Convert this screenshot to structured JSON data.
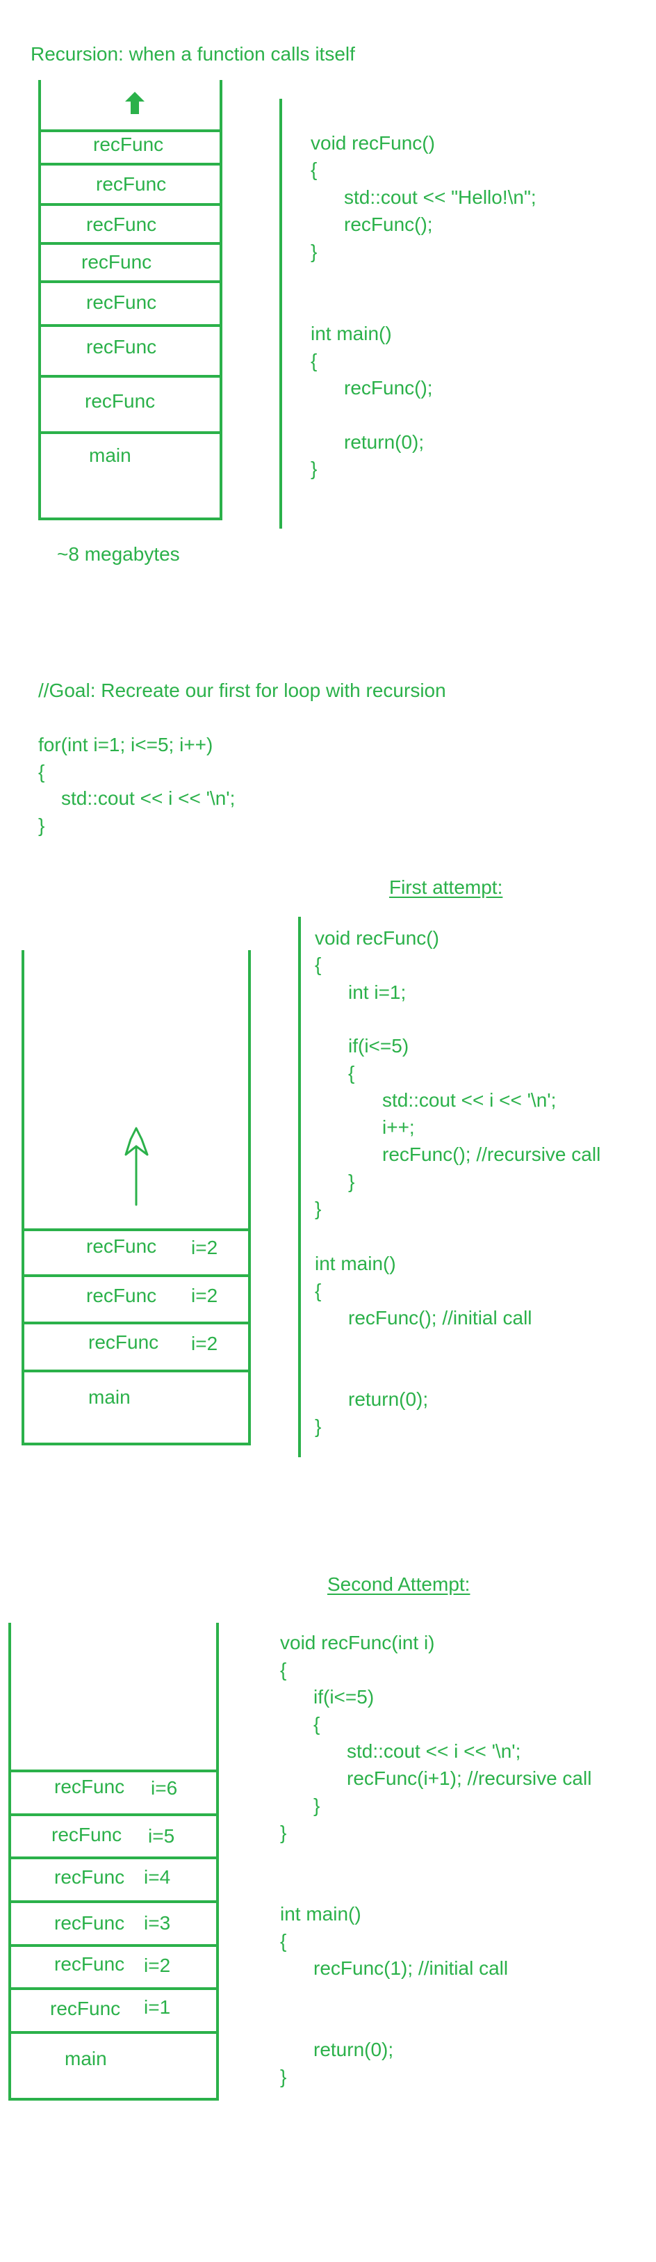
{
  "section1": {
    "title": "Recursion: when a function calls itself",
    "memory": "~8 megabytes",
    "stack": [
      "recFunc",
      "recFunc",
      "recFunc",
      "recFunc",
      "recFunc",
      "recFunc",
      "recFunc",
      "main"
    ],
    "code": [
      "void recFunc()",
      "{",
      "std::cout << \"Hello!\\n\";",
      "recFunc();",
      "}",
      "int main()",
      "{",
      "recFunc();",
      "return(0);",
      "}"
    ]
  },
  "section2": {
    "goal": "//Goal: Recreate our first for loop with recursion",
    "code": [
      "for(int i=1; i<=5; i++)",
      "{",
      "std::cout << i << '\\n';",
      "}"
    ]
  },
  "section3": {
    "title": "First attempt:",
    "stack": [
      {
        "name": "recFunc",
        "value": "i=2"
      },
      {
        "name": "recFunc",
        "value": "i=2"
      },
      {
        "name": "recFunc",
        "value": "i=2"
      },
      {
        "name": "main",
        "value": ""
      }
    ],
    "code": [
      "void recFunc()",
      "{",
      "int i=1;",
      "if(i<=5)",
      "{",
      "std::cout << i << '\\n';",
      "i++;",
      "recFunc(); //recursive call",
      "}",
      "}",
      "int main()",
      "{",
      "recFunc(); //initial call",
      "return(0);",
      "}"
    ]
  },
  "section4": {
    "title": "Second Attempt:",
    "stack": [
      {
        "name": "recFunc",
        "value": "i=6"
      },
      {
        "name": "recFunc",
        "value": "i=5"
      },
      {
        "name": "recFunc",
        "value": "i=4"
      },
      {
        "name": "recFunc",
        "value": "i=3"
      },
      {
        "name": "recFunc",
        "value": "i=2"
      },
      {
        "name": "recFunc",
        "value": "i=1"
      },
      {
        "name": "main",
        "value": ""
      }
    ],
    "code": [
      "void recFunc(int i)",
      "{",
      "if(i<=5)",
      "{",
      "std::cout << i << '\\n';",
      "recFunc(i+1); //recursive call",
      "}",
      "}",
      "int main()",
      "{",
      "recFunc(1); //initial call",
      "return(0);",
      "}"
    ]
  }
}
